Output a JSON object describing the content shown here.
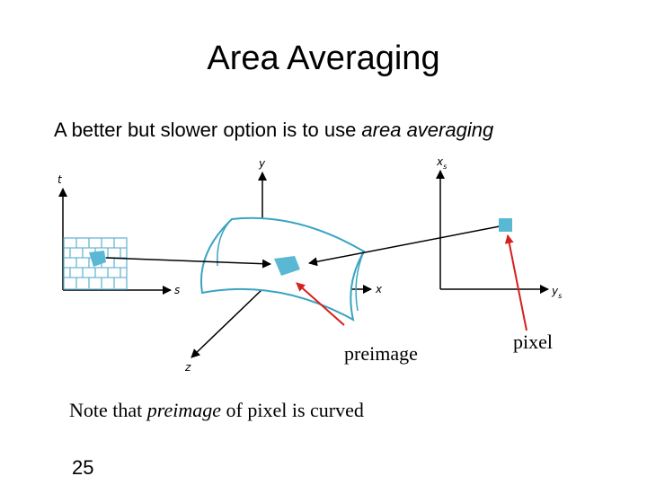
{
  "slide": {
    "title": "Area Averaging",
    "subtitle_prefix": "A better but slower option is to use ",
    "subtitle_emphasis": "area averaging",
    "page_number": "25"
  },
  "diagram": {
    "texture_axes": {
      "vertical": "t",
      "horizontal": "s"
    },
    "object_axes": {
      "vertical": "y",
      "horizontal": "x",
      "depth": "z"
    },
    "screen_axes": {
      "vertical": "x",
      "vertical_sub": "s",
      "horizontal": "y",
      "horizontal_sub": "s"
    },
    "labels": {
      "preimage": "preimage",
      "pixel": "pixel"
    },
    "colors": {
      "patch": "#5bb8d4",
      "surface_edge": "#3aa3c2",
      "annotation_arrow": "#d62020",
      "brick": "#6ab7d4"
    }
  },
  "note": {
    "prefix": "Note that ",
    "emphasis": "preimage",
    "suffix": " of pixel is curved"
  }
}
